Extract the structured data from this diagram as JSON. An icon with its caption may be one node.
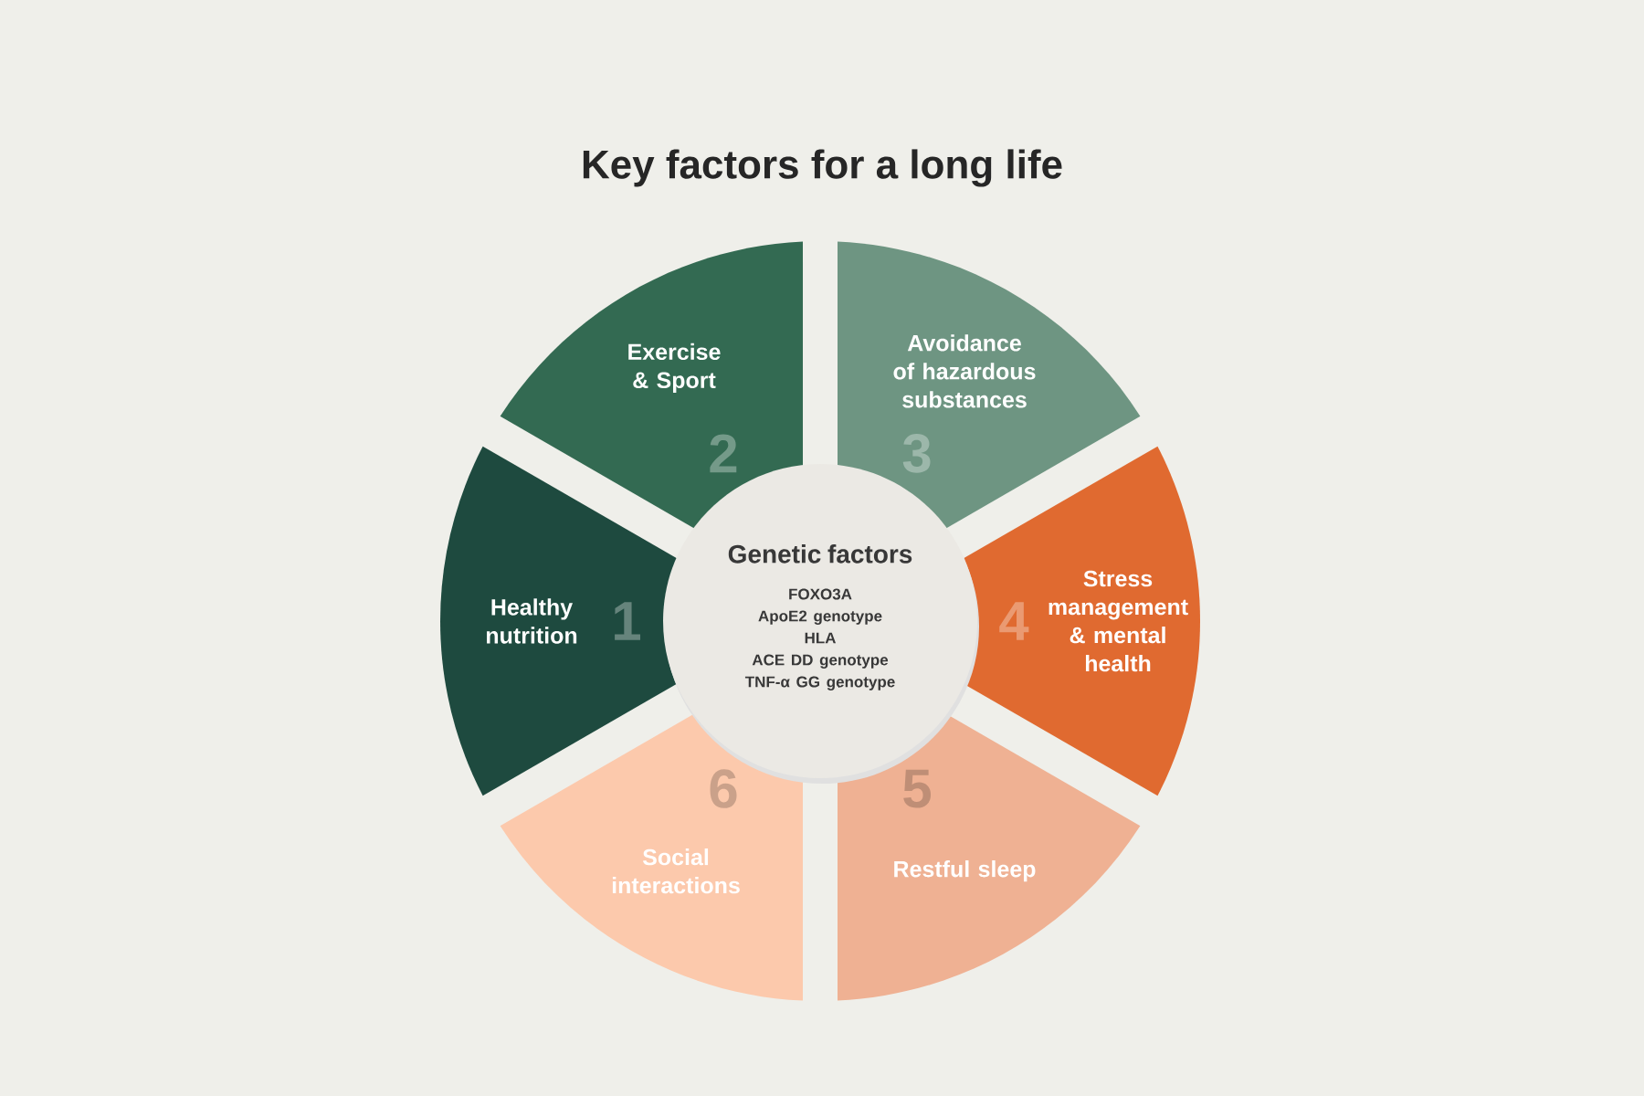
{
  "diagram": {
    "title": "Key factors for a long life",
    "nodes": [
      {
        "text": [
          "Genetic factors",
          "FOXO3A",
          "ApoE2 genotype",
          "HLA",
          "ACE DD genotype",
          "TNF-α GG genotype"
        ]
      },
      {
        "text": [
          "Healthy nutrition",
          "1"
        ]
      },
      {
        "text": [
          "Exercise & Sport",
          "2"
        ]
      },
      {
        "text": [
          "Avoidance of hazardous substances",
          "3"
        ]
      },
      {
        "text": [
          "4",
          "Stress management & mental health"
        ]
      },
      {
        "text": [
          "5",
          "Restful sleep"
        ]
      },
      {
        "text": [
          "6",
          "Social interactions"
        ]
      }
    ],
    "edges": []
  }
}
